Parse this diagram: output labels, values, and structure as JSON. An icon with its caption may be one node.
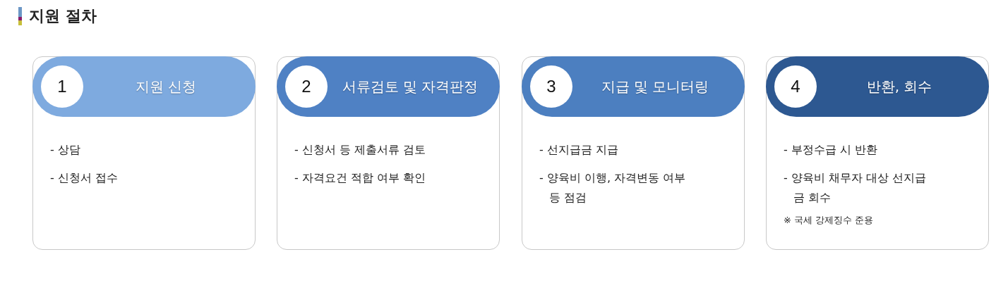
{
  "diagram": {
    "title": "지원 절차",
    "nodes": [
      {
        "text": [
          "1",
          "지원 신청",
          "- 상담",
          "- 신청서 접수"
        ]
      },
      {
        "text": [
          "2",
          "서류검토 및 자격판정",
          "- 신청서 등 제출서류 검토",
          "- 자격요건 적합 여부 확인"
        ]
      },
      {
        "text": [
          "3",
          "지급 및 모니터링",
          "- 선지급금 지급",
          "- 양육비 이행, 자격변동 여부 등 점검"
        ]
      },
      {
        "text": [
          "4",
          "반환, 회수",
          "- 부정수급 시 반환",
          "- 양육비 채무자 대상 선지급금 회수",
          "※ 국세 강제징수 준용"
        ]
      }
    ]
  }
}
